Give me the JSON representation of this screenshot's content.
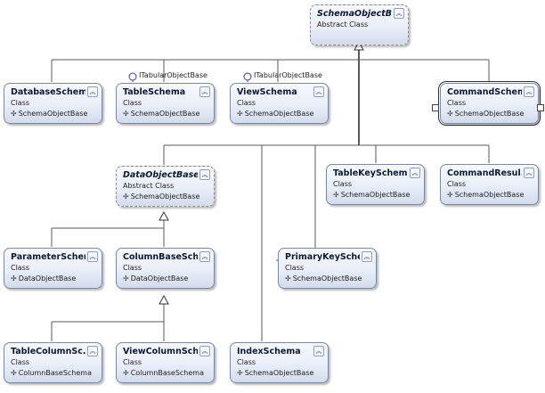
{
  "interfaces": [
    {
      "id": "tabular-1",
      "label": "ITabularObjectBase"
    },
    {
      "id": "tabular-2",
      "label": "ITabularObjectBase"
    }
  ],
  "classes": [
    {
      "id": "schema-object-base",
      "title": "SchemaObjectBase",
      "stereotype": "Abstract Class",
      "base": "",
      "abstract": true
    },
    {
      "id": "database-schema",
      "title": "DatabaseSchema",
      "stereotype": "Class",
      "base": "SchemaObjectBase",
      "abstract": false
    },
    {
      "id": "table-schema",
      "title": "TableSchema",
      "stereotype": "Class",
      "base": "SchemaObjectBase",
      "abstract": false
    },
    {
      "id": "view-schema",
      "title": "ViewSchema",
      "stereotype": "Class",
      "base": "SchemaObjectBase",
      "abstract": false
    },
    {
      "id": "command-schema",
      "title": "CommandSchema",
      "stereotype": "Class",
      "base": "SchemaObjectBase",
      "abstract": false
    },
    {
      "id": "data-object-base",
      "title": "DataObjectBase",
      "stereotype": "Abstract Class",
      "base": "SchemaObjectBase",
      "abstract": true
    },
    {
      "id": "table-key-schema",
      "title": "TableKeySchema",
      "stereotype": "Class",
      "base": "SchemaObjectBase",
      "abstract": false
    },
    {
      "id": "command-result-schema",
      "title": "CommandResul...",
      "stereotype": "Class",
      "base": "SchemaObjectBase",
      "abstract": false
    },
    {
      "id": "parameter-schema",
      "title": "ParameterSchema",
      "stereotype": "Class",
      "base": "DataObjectBase",
      "abstract": false
    },
    {
      "id": "column-base-schema",
      "title": "ColumnBaseSch...",
      "stereotype": "Class",
      "base": "DataObjectBase",
      "abstract": false
    },
    {
      "id": "primary-key-schema",
      "title": "PrimaryKeySche...",
      "stereotype": "Class",
      "base": "SchemaObjectBase",
      "abstract": false
    },
    {
      "id": "table-column-schema",
      "title": "TableColumnSc...",
      "stereotype": "Class",
      "base": "ColumnBaseSchema",
      "abstract": false
    },
    {
      "id": "view-column-schema",
      "title": "ViewColumnSch...",
      "stereotype": "Class",
      "base": "ColumnBaseSchema",
      "abstract": false
    },
    {
      "id": "index-schema",
      "title": "IndexSchema",
      "stereotype": "Class",
      "base": "SchemaObjectBase",
      "abstract": false
    }
  ],
  "icons": {
    "collapse": "chevron-up-double-icon",
    "inherit": "inherit-arrow-icon",
    "interface": "lollipop-interface-icon"
  }
}
